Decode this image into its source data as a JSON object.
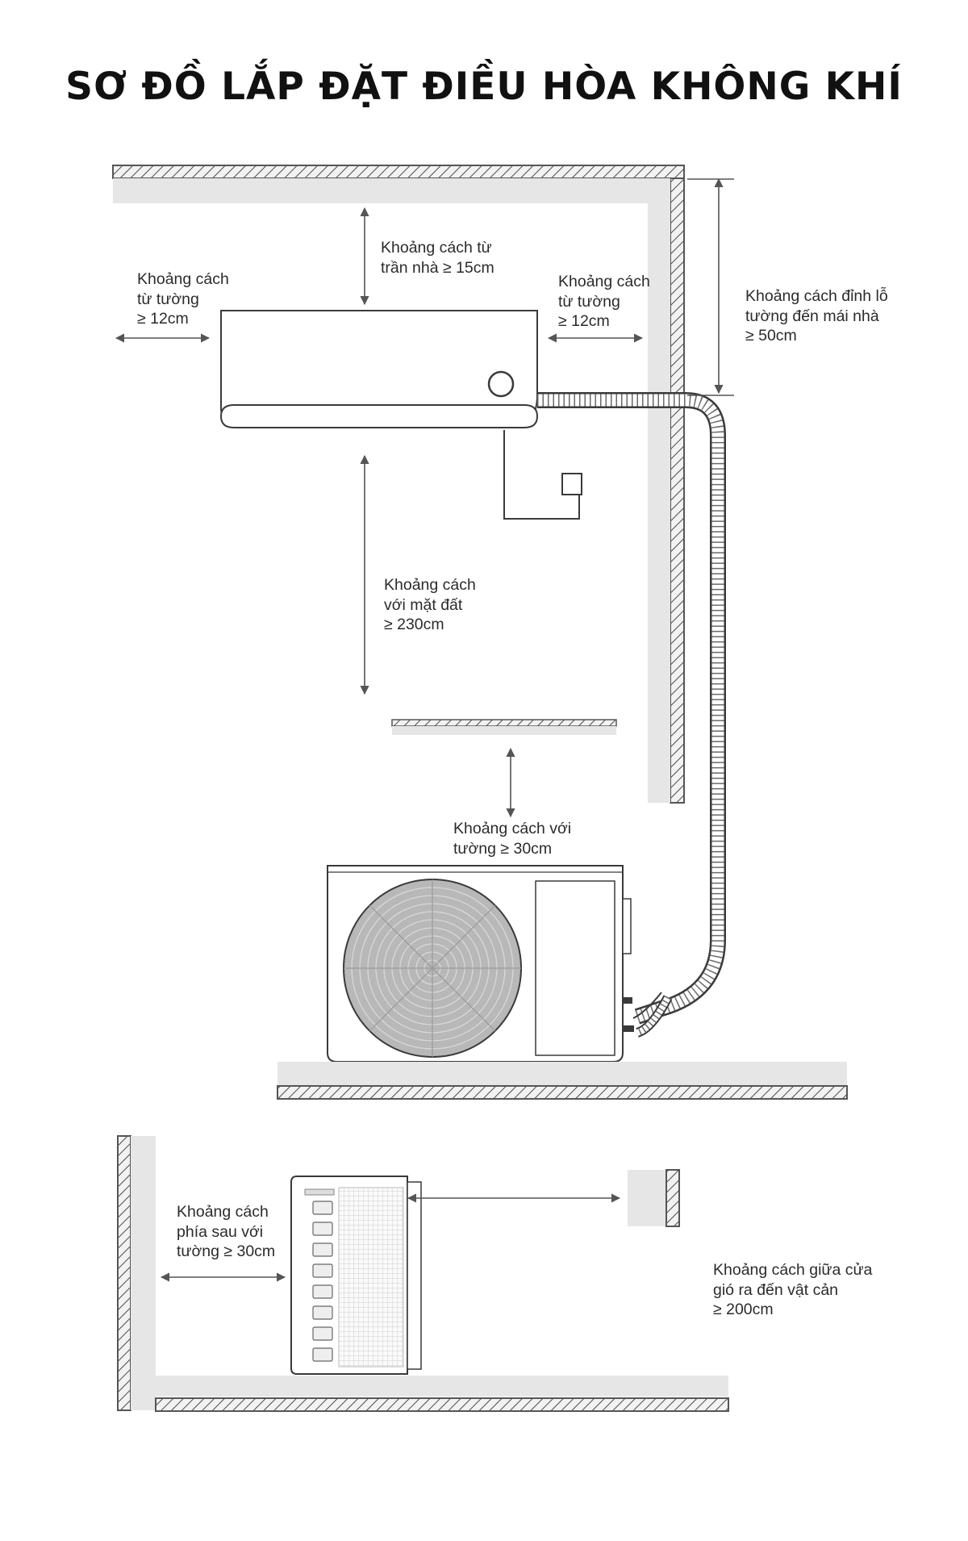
{
  "title": "SƠ ĐỒ LẮP ĐẶT ĐIỀU HÒA KHÔNG KHÍ",
  "labels": {
    "wall_left": [
      "Khoảng cách",
      "từ tường",
      "≥ 12cm"
    ],
    "ceiling": [
      "Khoảng cách từ",
      "trần nhà ≥ 15cm"
    ],
    "wall_right": [
      "Khoảng cách",
      "từ tường",
      "≥ 12cm"
    ],
    "roof": [
      "Khoảng cách đỉnh lỗ",
      "tường đến mái nhà",
      "≥ 50cm"
    ],
    "ground": [
      "Khoảng cách",
      "với mặt đất",
      "≥ 230cm"
    ],
    "outdoor_wall": [
      "Khoảng cách với",
      "tường ≥ 30cm"
    ],
    "rear_wall": [
      "Khoảng cách",
      "phía sau với",
      "tường ≥ 30cm"
    ],
    "obstacle": [
      "Khoảng cách giữa cửa",
      "gió ra đến vật cản",
      "≥ 200cm"
    ]
  },
  "colors": {
    "line": "#3a3a3a",
    "wall_fill": "#e6e6e6",
    "hatch": "#555555",
    "fan": "#b9b9b9",
    "title": "#111111"
  }
}
